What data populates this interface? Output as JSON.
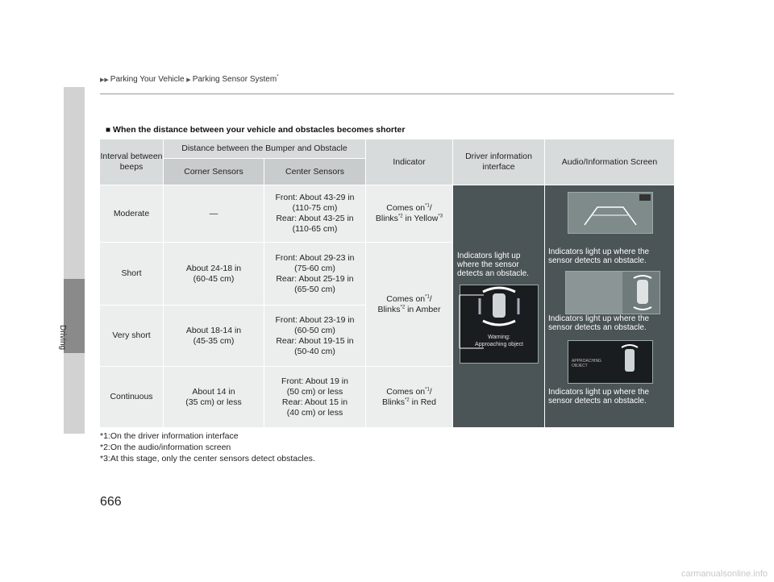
{
  "header": {
    "crumb1": "Parking Your Vehicle",
    "crumb2": "Parking Sensor System",
    "crumb_star": "*"
  },
  "side_tab": "Driving",
  "section_title": "When the distance between your vehicle and obstacles becomes shorter",
  "table": {
    "headers": {
      "interval": "Interval between beeps",
      "distance": "Distance between the Bumper and Obstacle",
      "corner": "Corner Sensors",
      "center": "Center Sensors",
      "indicator": "Indicator",
      "dii": "Driver information interface",
      "audio": "Audio/Information Screen"
    },
    "rows": [
      {
        "interval": "Moderate",
        "corner": "—",
        "center_front1": "Front: About 43-29 in",
        "center_front2": "(110-75 cm)",
        "center_rear1": "Rear: About 43-25 in",
        "center_rear2": "(110-65 cm)"
      },
      {
        "interval": "Short",
        "corner1": "About 24-18 in",
        "corner2": "(60-45 cm)",
        "center_front1": "Front: About 29-23 in",
        "center_front2": "(75-60 cm)",
        "center_rear1": "Rear: About 25-19 in",
        "center_rear2": "(65-50 cm)"
      },
      {
        "interval": "Very short",
        "corner1": "About 18-14 in",
        "corner2": "(45-35 cm)",
        "center_front1": "Front: About 23-19 in",
        "center_front2": "(60-50 cm)",
        "center_rear1": "Rear: About 19-15 in",
        "center_rear2": "(50-40 cm)"
      },
      {
        "interval": "Continuous",
        "corner1": "About 14 in",
        "corner2": "(35 cm) or less",
        "center_front1": "Front: About 19 in",
        "center_front2": "(50 cm) or less",
        "center_rear1": "Rear: About 15 in",
        "center_rear2": "(40 cm) or less"
      }
    ],
    "indicator": {
      "comes_on": "Comes on",
      "blinks": "Blinks",
      "yellow": " in Yellow",
      "amber": " in Amber",
      "red": " in Red",
      "ref1": "*1",
      "ref2": "*2",
      "ref3": "*3",
      "slash": "/"
    },
    "dii_label": "Indicators light up where the sensor detects an obstacle.",
    "dii_warning1": "Warning:",
    "dii_warning2": "Approaching object",
    "audio_label": "Indicators light up where the sensor detects an obstacle.",
    "audio_screen3_text1": "APPROACHING",
    "audio_screen3_text2": "OBJECT"
  },
  "notes": [
    "*1:On the driver information interface",
    "*2:On the audio/information screen",
    "*3:At this stage, only the center sensors detect obstacles."
  ],
  "page_number": "666",
  "watermark": "carmanualsonline.info",
  "colors": {
    "header_bg": "#d8dbdb",
    "body_bg": "#eceeee",
    "dark_panel": "#4b5456"
  }
}
